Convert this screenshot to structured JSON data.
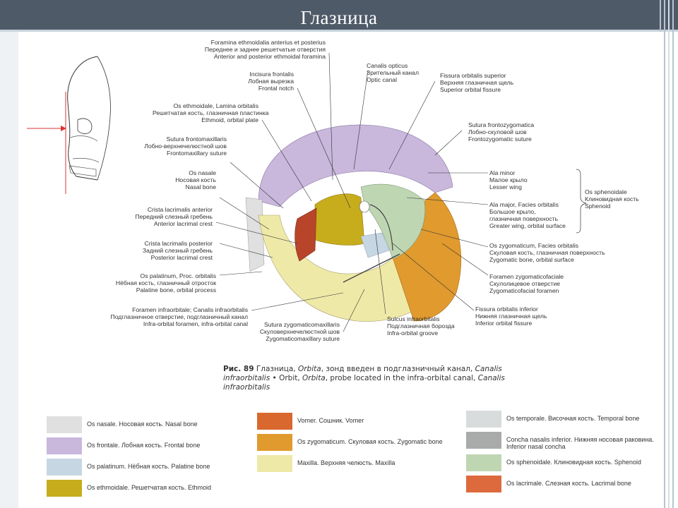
{
  "slide": {
    "title": "Глазница"
  },
  "labels": {
    "foramina_ethmoidalia": [
      "Foramina ethmoidalia anterius et posterius",
      "Переднее и заднее решетчатые отверстия",
      "Anterior and posterior ethmoidal foramina"
    ],
    "incisura_frontalis": [
      "Incisura frontalis",
      "Лобная вырезка",
      "Frontal notch"
    ],
    "os_ethmoidale": [
      "Os ethmoidale, Lamina orbitalis",
      "Решетчатая кость, глазничная пластинка",
      "Ethmoid, orbital plate"
    ],
    "sutura_frontomaxillaris": [
      "Sutura frontomaxillaris",
      "Лобно-верхнечелюстной шов",
      "Frontomaxillary suture"
    ],
    "os_nasale": [
      "Os nasale",
      "Носовая кость",
      "Nasal bone"
    ],
    "crista_lacrimalis_anterior": [
      "Crista lacrimalis anterior",
      "Передний слезный гребень",
      "Anterior lacrimal crest"
    ],
    "crista_lacrimalis_posterior": [
      "Crista lacrimalis posterior",
      "Задний слезный гребень",
      "Posterior lacrimal crest"
    ],
    "os_palatinum": [
      "Os palatinum, Proc. orbitalis",
      "Нёбная кость, глазничный отросток",
      "Palatine bone, orbital process"
    ],
    "foramen_infraorbitale": [
      "Foramen infraorbitale; Canalis infraorbitalis",
      "Подглазничное отверстие, подглазничный канал",
      "Infra-orbital foramen, infra-orbital canal"
    ],
    "sutura_zygomaticomaxillaris": [
      "Sutura zygomaticomaxillaris",
      "Скуловерхнечелюстной шов",
      "Zygomaticomaxillary suture"
    ],
    "sulcus_infraorbitalis": [
      "Sulcus infraorbitalis",
      "Подглазничная борозда",
      "Infra-orbital groove"
    ],
    "fissura_orbitalis_inferior": [
      "Fissura orbitalis inferior",
      "Нижняя глазничная щель",
      "Inferior orbital fissure"
    ],
    "foramen_zygomaticofaciale": [
      "Foramen zygomaticofaciale",
      "Скулолицевое отверстие",
      "Zygomaticofacial foramen"
    ],
    "os_zygomaticum": [
      "Os zygomaticum, Facies orbitalis",
      "Скуловая кость, глазничная поверхность",
      "Zygomatic bone, orbital surface"
    ],
    "ala_major": [
      "Ala major, Facies orbitalis",
      "Большое крыло,",
      "глазничная поверхность",
      "Greater wing, orbital surface"
    ],
    "ala_minor": [
      "Ala minor",
      "Малое крыло",
      "Lesser wing"
    ],
    "os_sphenoidale": [
      "Os sphenoidale",
      "Клиновидная кость",
      "Sphenoid"
    ],
    "sutura_frontozygomatica": [
      "Sutura frontozygomatica",
      "Лобно-скуловой шов",
      "Frontozygomatic suture"
    ],
    "fissura_orbitalis_superior": [
      "Fissura orbitalis superior",
      "Верхняя глазничная щель",
      "Superior orbital fissure"
    ],
    "canalis_opticus": [
      "Canalis opticus",
      "Зрительный канал",
      "Optic canal"
    ]
  },
  "caption": {
    "fig": "Рис. 89",
    "text_1": " Глазница, ",
    "it_1": "Orbita",
    "text_2": ", зонд введен в подглазничный канал, ",
    "it_2": "Canalis infraorbitalis",
    "text_3": " • Orbit, ",
    "it_3": "Orbita",
    "text_4": ", probe located in the infra-orbital canal, ",
    "it_4": "Canalis infraorbitalis"
  },
  "legend": [
    {
      "label": "Os nasale. Носовая кость. Nasal bone",
      "color": "#dfe0df"
    },
    {
      "label": "Os frontale. Лобная кость. Frontal bone",
      "color": "#c9b7dc"
    },
    {
      "label": "Os palatinum. Нёбная кость. Palatine bone",
      "color": "#c7d6e3"
    },
    {
      "label": "Os ethmoidale. Решетчатая кость. Ethmoid",
      "color": "#c7ac1c"
    },
    {
      "label": "Vomer. Сошник. Vomer",
      "color": "#d9682f"
    },
    {
      "label": "Os zygomaticum. Скуловая кость. Zygomatic bone",
      "color": "#e09a2e"
    },
    {
      "label": "Maxilla. Верхняя челюсть. Maxilla",
      "color": "#efe9a8"
    },
    {
      "label": "Os temporale. Височная кость. Temporal bone",
      "color": "#d9dcdc"
    },
    {
      "label": "Concha nasalis inferior. Нижняя носовая раковина. Inferior nasal concha",
      "color": "#a9abab"
    },
    {
      "label": "Os sphenoidale. Клиновидная кость. Sphenoid",
      "color": "#bfd6b3"
    },
    {
      "label": "Os lacrimale. Слезная кость. Lacrimal bone",
      "color": "#dd6a3d"
    }
  ]
}
